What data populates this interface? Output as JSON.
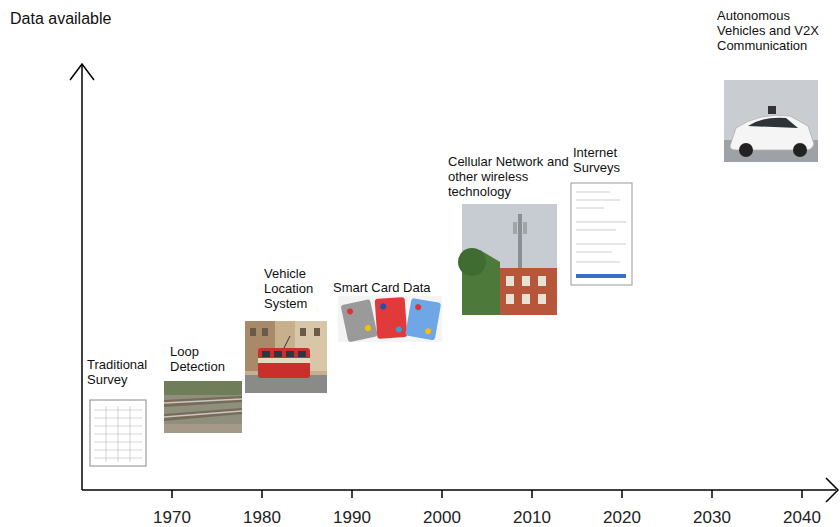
{
  "diagram": {
    "labels": [
      "Data available",
      "Traditional Survey",
      "Loop Detection",
      "Vehicle Location System",
      "Smart Card Data",
      "Cellular Network and other wireless technology",
      "Internet Surveys",
      "Autonomous Vehicles and V2X Communication",
      "1970",
      "1980",
      "1990",
      "2000",
      "2010",
      "2020",
      "2030",
      "2040"
    ]
  }
}
